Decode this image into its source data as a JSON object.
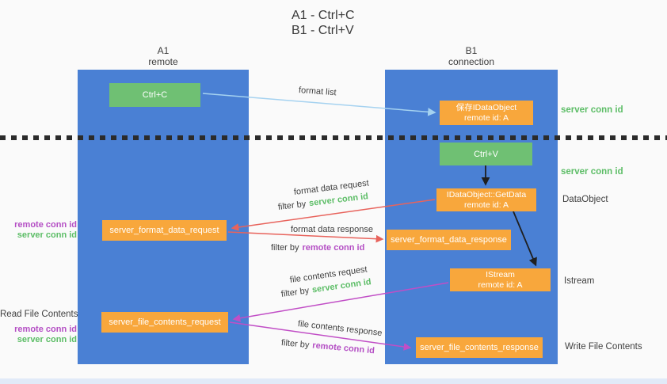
{
  "title": {
    "line1": "A1 - Ctrl+C",
    "line2": "B1 - Ctrl+V"
  },
  "lifelines": {
    "a1": {
      "name": "A1",
      "role": "remote"
    },
    "b1": {
      "name": "B1",
      "role": "connection"
    }
  },
  "nodes": {
    "ctrl_c": {
      "label": "Ctrl+C"
    },
    "save_dataobject": {
      "line1": "保存IDataObject",
      "line2": "remote id: A"
    },
    "ctrl_v": {
      "label": "Ctrl+V"
    },
    "getdata": {
      "line1": "IDataObject::GetData",
      "line2": "remote id: A"
    },
    "format_request": {
      "label": "server_format_data_request"
    },
    "format_response": {
      "label": "server_format_data_response"
    },
    "istream": {
      "line1": "IStream",
      "line2": "remote id: A"
    },
    "file_request": {
      "label": "server_file_contents_request"
    },
    "file_response": {
      "label": "server_file_contents_response"
    }
  },
  "arrow_labels": {
    "format_list": "format list",
    "format_data_request": "format data request",
    "format_data_response": "format data response",
    "file_contents_request": "file contents request",
    "file_contents_response": "file contents response",
    "filter_by": "filter by",
    "server_conn_id": "server conn id",
    "remote_conn_id": "remote conn id"
  },
  "side_labels": {
    "right_server_conn_id_top": "server conn id",
    "right_server_conn_id_mid": "server conn id",
    "right_dataobject": "DataObject",
    "right_istream": "Istream",
    "right_write_file_contents": "Write File Contents",
    "left_remote_conn_id_1": "remote conn id",
    "left_server_conn_id_1": "server conn id",
    "left_read_file_contents": "Read File Contents",
    "left_remote_conn_id_2": "remote conn id",
    "left_server_conn_id_2": "server conn id"
  },
  "colors": {
    "column_blue": "#4a80d4",
    "box_green": "#6fc073",
    "box_orange": "#f8a73c",
    "text_green": "#5cbd66",
    "text_purple": "#b44ec4",
    "arrow_red": "#e8635c",
    "arrow_magenta": "#c14ec6",
    "arrow_lightblue": "#a5d2f0",
    "arrow_black": "#1f1f1f",
    "divider_black": "#2b2b2b"
  }
}
